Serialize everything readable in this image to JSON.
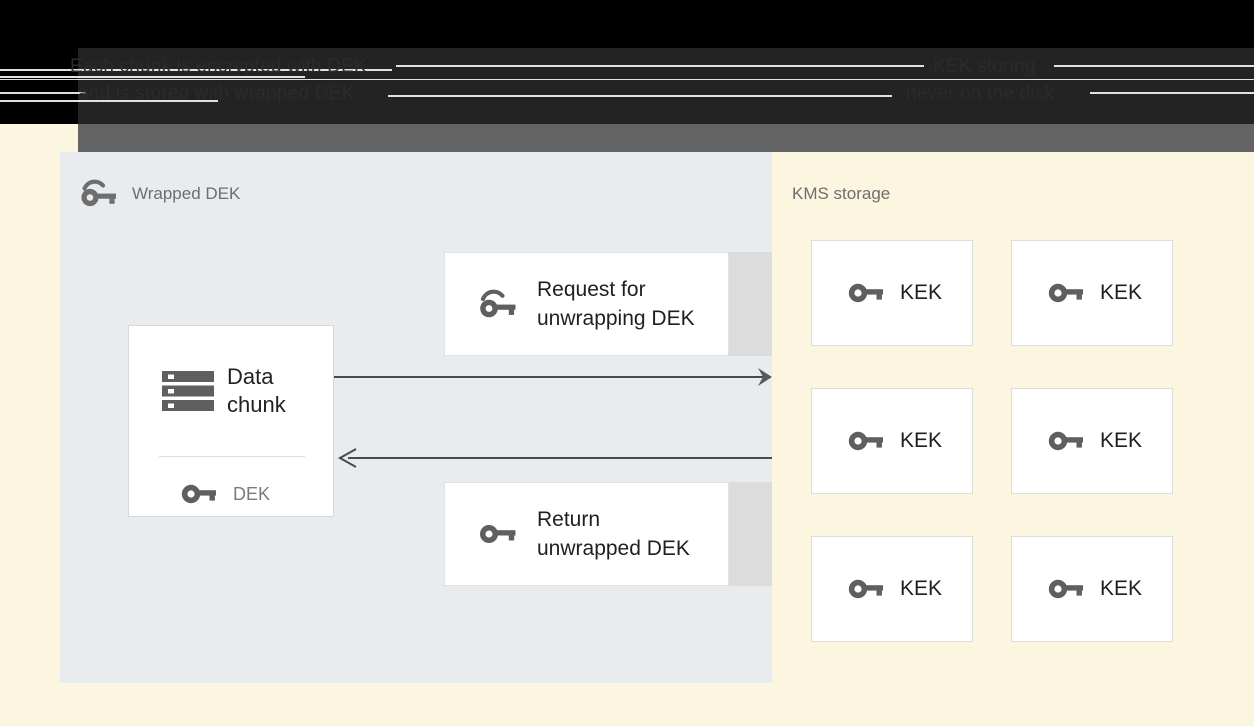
{
  "banner": {
    "line1_left": "Each chunk is encrypted with DEK",
    "line2_left": "and is stored with wrapped DEK",
    "line1_right": "KEK storing",
    "line2_right": "never on the disk"
  },
  "left_panel": {
    "title": "Wrapped DEK",
    "title_icon": "wrapped-key-icon",
    "chunk_card": {
      "icon": "data-chunk-icon",
      "label_line1": "Data",
      "label_line2": "chunk",
      "dek_icon": "key-icon",
      "dek_label": "DEK"
    },
    "messages": [
      {
        "icon": "wrapped-key-icon",
        "line1": "Request for",
        "line2": "unwrapping DEK",
        "direction": "right"
      },
      {
        "icon": "key-icon",
        "line1": "Return",
        "line2": "unwrapped DEK",
        "direction": "left"
      }
    ]
  },
  "kms": {
    "title": "KMS storage",
    "keys": [
      {
        "icon": "key-icon",
        "label": "KEK"
      },
      {
        "icon": "key-icon",
        "label": "KEK"
      },
      {
        "icon": "key-icon",
        "label": "KEK"
      },
      {
        "icon": "key-icon",
        "label": "KEK"
      },
      {
        "icon": "key-icon",
        "label": "KEK"
      },
      {
        "icon": "key-icon",
        "label": "KEK"
      }
    ]
  },
  "colors": {
    "background": "#fcf5df",
    "panel": "#e8ecef",
    "band": "#dcdcdc",
    "banner": "#232323",
    "subbar": "#646464",
    "icon": "#5f5f5f",
    "text": "#1f1f1f",
    "muted_text": "#6e6e6e"
  }
}
